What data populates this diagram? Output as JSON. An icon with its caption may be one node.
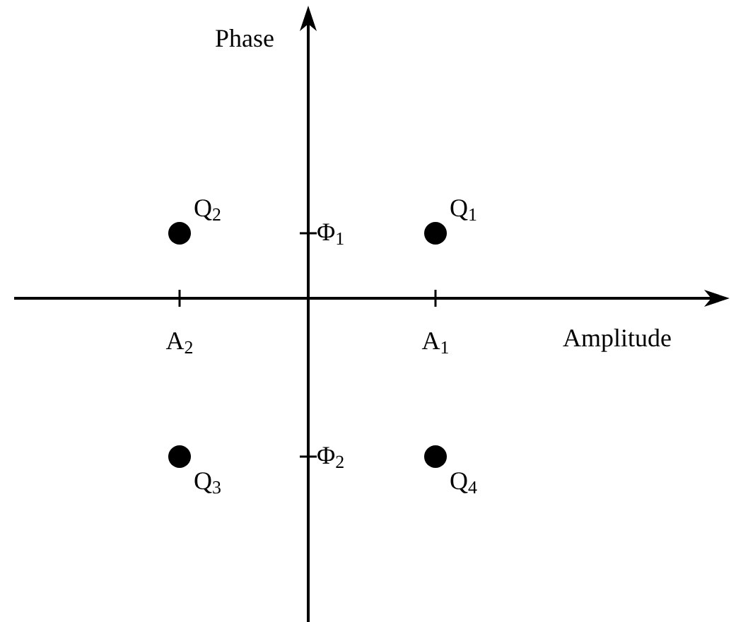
{
  "diagram": {
    "labels": [
      "Phase",
      "Q$_{2}$",
      "Φ$_{1}$",
      "Q$_{1}$",
      "A$_{2}$",
      "A$_{1}$",
      "Amplitude",
      "Q$_{3}$",
      "Φ$_{2}$",
      "Q$_{4}$"
    ]
  }
}
